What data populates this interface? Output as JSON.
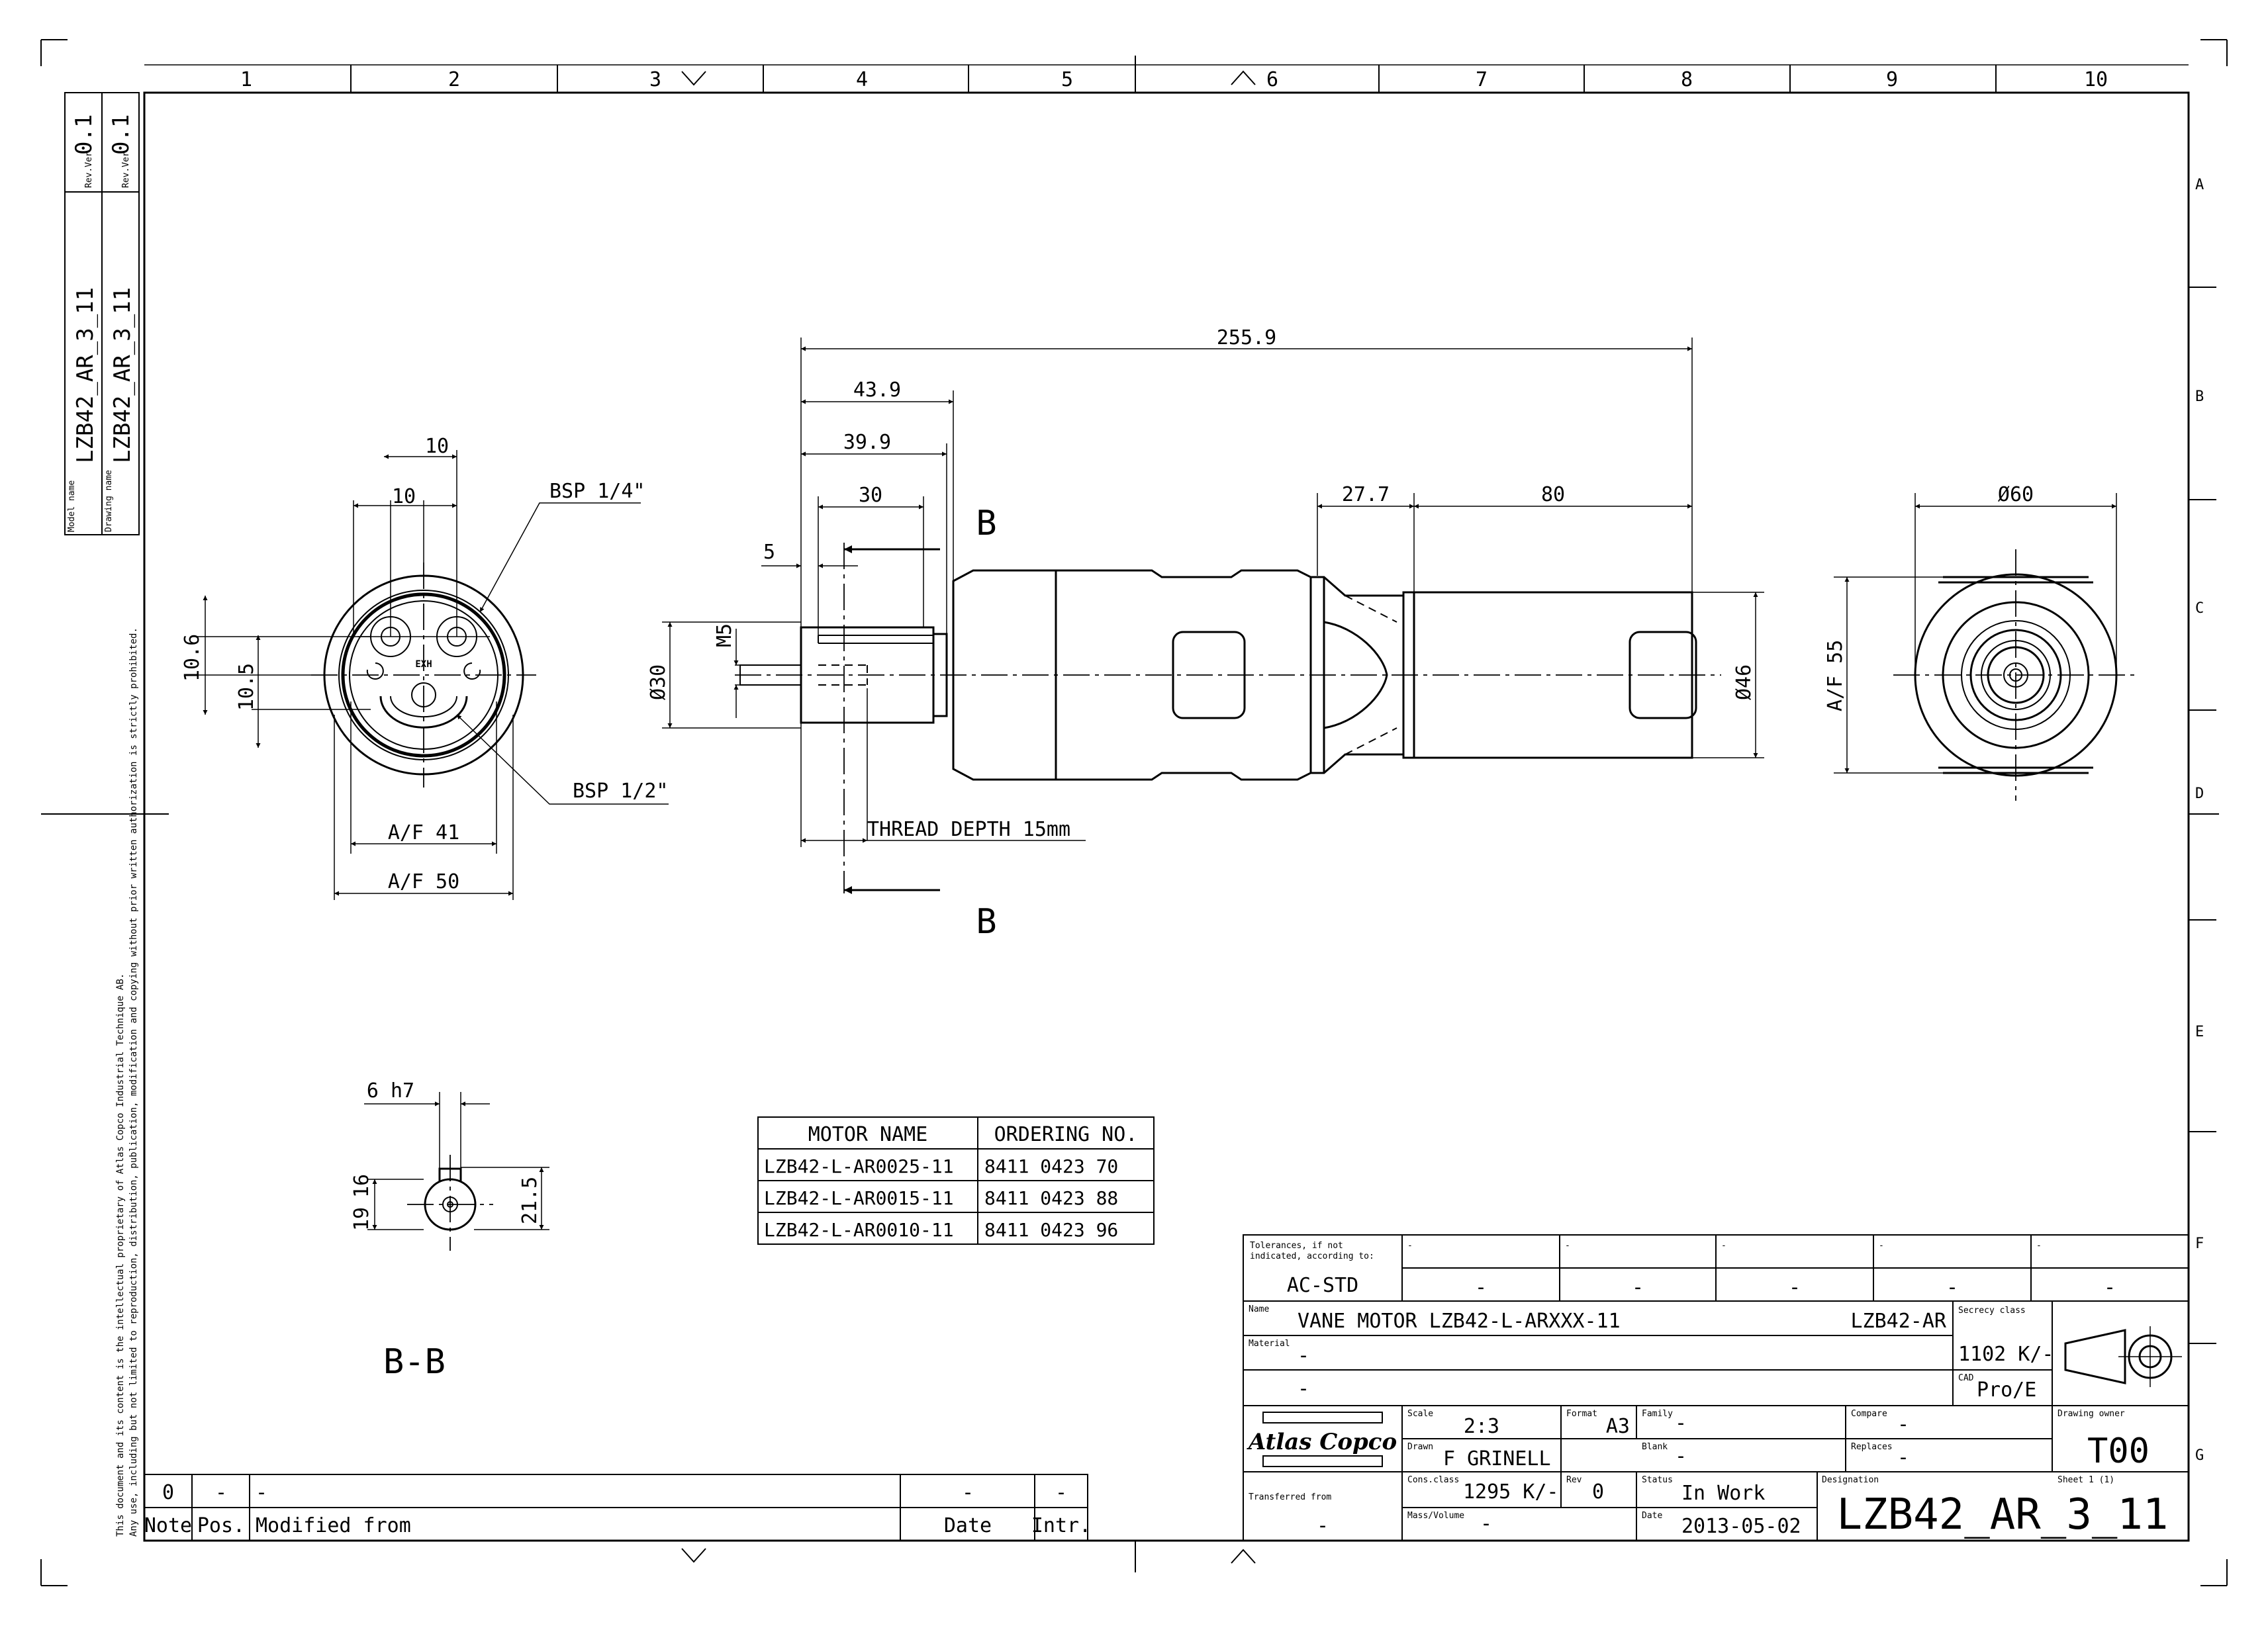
{
  "frame": {
    "col_numbers": [
      "1",
      "2",
      "3",
      "4",
      "5",
      "6",
      "7",
      "8",
      "9",
      "10"
    ],
    "row_letters": [
      "A",
      "B",
      "C",
      "D",
      "E",
      "F",
      "G"
    ]
  },
  "side_strip": {
    "rev_ver_label": "Rev.Ver",
    "rev_ver_value_1": "0.1",
    "rev_ver_value_2": "0.1",
    "model_name_label": "Model name",
    "model_name_value": "LZB42_AR_3_11",
    "drawing_name_label": "Drawing name",
    "drawing_name_value": "LZB42_AR_3_11",
    "disclaimer_1": "This document and its content is the intellectual proprietary of Atlas Copco Industrial Technique AB.",
    "disclaimer_2": "Any use, including but not limited to reproduction, distribution, publication, modification and copying without prior written authorization is strictly prohibited."
  },
  "dimensions": {
    "overall_length": "255.9",
    "d_43_9": "43.9",
    "d_39_9": "39.9",
    "d_30": "30",
    "d_5": "5",
    "d_27_7": "27.7",
    "d_80": "80",
    "dia_30": "Ø30",
    "m5": "M5",
    "dia_46": "Ø46",
    "dia_60": "Ø60",
    "af_55": "A/F 55",
    "thread_depth": "THREAD DEPTH 15mm",
    "section_b_top": "B",
    "section_b_bottom": "B",
    "end_10_top": "10",
    "end_10_inner": "10",
    "bsp_quarter": "BSP 1/4\"",
    "bsp_half": "BSP 1/2\"",
    "end_10_6": "10.6",
    "end_10_5": "10.5",
    "af_41": "A/F 41",
    "af_50": "A/F 50",
    "exh": "EXH",
    "shaft_6h7": "6 h7",
    "shaft_19": "19",
    "shaft_16": "16",
    "shaft_21_5": "21.5",
    "section_label": "B-B"
  },
  "motor_table": {
    "headers": [
      "MOTOR NAME",
      "ORDERING NO."
    ],
    "rows": [
      [
        "LZB42-L-AR0025-11",
        "8411 0423 70"
      ],
      [
        "LZB42-L-AR0015-11",
        "8411 0423 88"
      ],
      [
        "LZB42-L-AR0010-11",
        "8411 0423 96"
      ]
    ]
  },
  "revision_block": {
    "row_values": [
      "0",
      "-",
      "-",
      "-",
      "-"
    ],
    "headers": [
      "Note",
      "Pos.",
      "Modified from",
      "Date",
      "Intr."
    ]
  },
  "title_block": {
    "tolerances_label_1": "Tolerances, if not",
    "tolerances_label_2": "indicated, according to:",
    "tolerances_value": "AC-STD",
    "tol_dashes_top": [
      "-",
      "-",
      "-",
      "-",
      "-"
    ],
    "tol_dashes_bottom": [
      "-",
      "-",
      "-",
      "-",
      "-"
    ],
    "name_label": "Name",
    "name_value": "VANE MOTOR LZB42-L-ARXXX-11",
    "name_code": "LZB42-AR",
    "secrecy_label": "Secrecy class",
    "secrecy_value": "1102 K/-",
    "material_label": "Material",
    "material_value": "-",
    "material_value_2": "-",
    "cad_label": "CAD",
    "cad_value": "Pro/E",
    "logo_text": "Atlas Copco",
    "scale_label": "Scale",
    "scale_value": "2:3",
    "format_label": "Format",
    "format_value": "A3",
    "family_label": "Family",
    "family_value": "-",
    "compare_label": "Compare",
    "compare_value": "-",
    "drawing_owner_label": "Drawing owner",
    "drawing_owner_value": "T00",
    "drawn_label": "Drawn",
    "drawn_value": "F GRINELL",
    "blank_label": "Blank",
    "blank_value": "-",
    "replaces_label": "Replaces",
    "replaces_value": "-",
    "transferred_label": "Transferred from",
    "transferred_value": "-",
    "cons_label": "Cons.class",
    "cons_value": "1295 K/-",
    "rev_label": "Rev",
    "rev_value": "0",
    "status_label": "Status",
    "status_value": "In Work",
    "designation_label": "Designation",
    "designation_value": "LZB42_AR_3_11",
    "sheet_label": "Sheet 1 (1)",
    "mass_label": "Mass/Volume",
    "mass_value": "-",
    "date_label": "Date",
    "date_value": "2013-05-02"
  }
}
